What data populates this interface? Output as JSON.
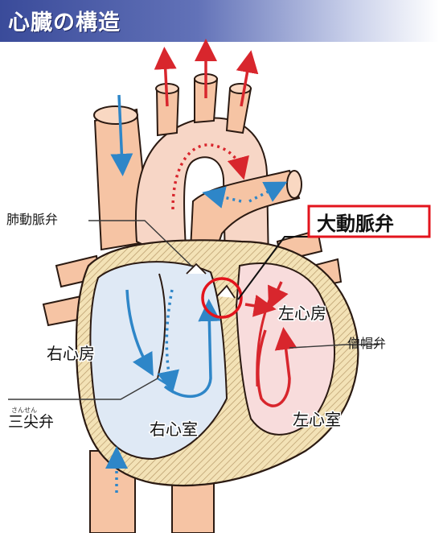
{
  "title": "心臓の構造",
  "labels": {
    "pulmonary_valve": "肺動脈弁",
    "aortic_valve": "大動脈弁",
    "left_atrium": "左心房",
    "mitral_valve": "僧帽弁",
    "right_atrium": "右心房",
    "tricuspid_reading": "さんせん",
    "tricuspid_valve": "三尖弁",
    "right_ventricle": "右心室",
    "left_ventricle": "左心室"
  },
  "colors": {
    "vessel": "#f6c4a4",
    "artery_inner": "#f7d6c6",
    "right_chamber": "#dfe9f5",
    "left_chamber": "#f8dcdc",
    "muscle": "#f1dcae",
    "blue_flow": "#2e86c8",
    "red_flow": "#d8262d",
    "highlight": "#e3141d"
  }
}
